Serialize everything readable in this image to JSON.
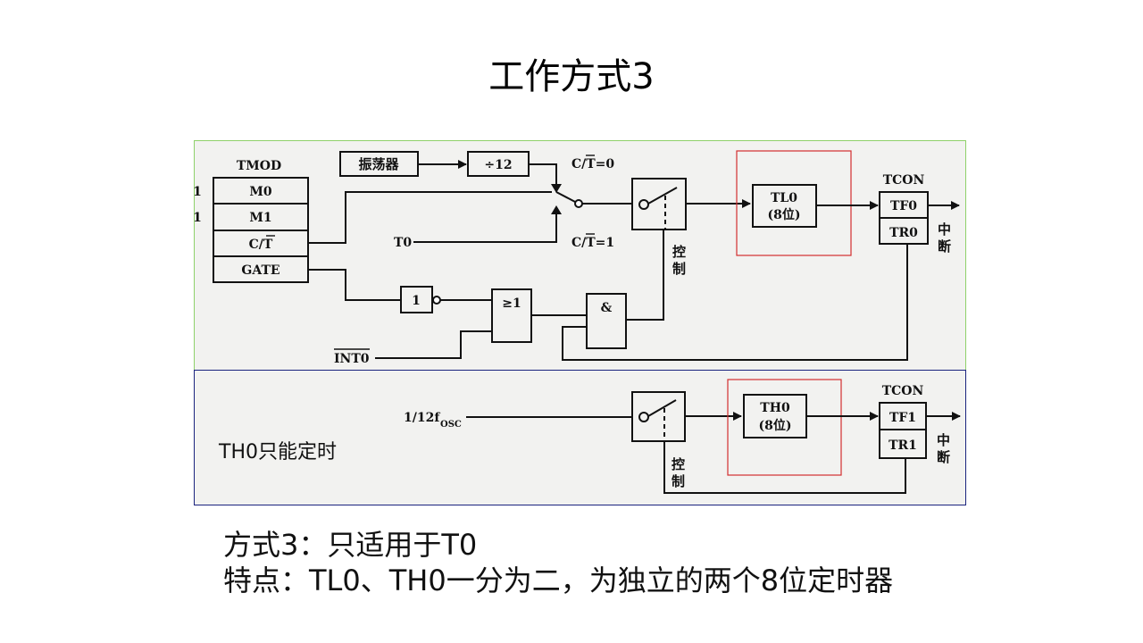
{
  "slide": {
    "title": "工作方式3",
    "annotation": "TH0只能定时",
    "bullets": [
      "方式3：只适用于T0",
      "特点：TL0、TH0一分为二，为独立的两个8位定时器"
    ]
  },
  "diagram_top": {
    "tmod": {
      "title": "TMOD",
      "fields": [
        "M0",
        "M1",
        "C/T",
        "GATE"
      ],
      "side_values": [
        "1",
        "1"
      ]
    },
    "oscillator": "振荡器",
    "divider": "÷12",
    "switch_label_0": "C/T=0",
    "switch_label_1": "C/T=1",
    "t0_input": "T0",
    "int0_input": "INT0",
    "not_gate": "1",
    "or_gate": "≥1",
    "and_gate": "&",
    "control_label": [
      "控",
      "制"
    ],
    "counter": {
      "name": "TL0",
      "bits": "(8位)"
    },
    "tcon": {
      "title": "TCON",
      "fields": [
        "TF0",
        "TR0"
      ]
    },
    "interrupt_label": [
      "中",
      "断"
    ]
  },
  "diagram_bottom": {
    "input": "1/12f",
    "input_sub": "OSC",
    "control_label": [
      "控",
      "制"
    ],
    "counter": {
      "name": "TH0",
      "bits": "(8位)"
    },
    "tcon": {
      "title": "TCON",
      "fields": [
        "TF1",
        "TR1"
      ]
    },
    "interrupt_label": [
      "中",
      "断"
    ]
  },
  "colors": {
    "top_panel_border": "#8fd16a",
    "bottom_panel_border": "#1a237e",
    "highlight_box": "#d32f2f"
  }
}
